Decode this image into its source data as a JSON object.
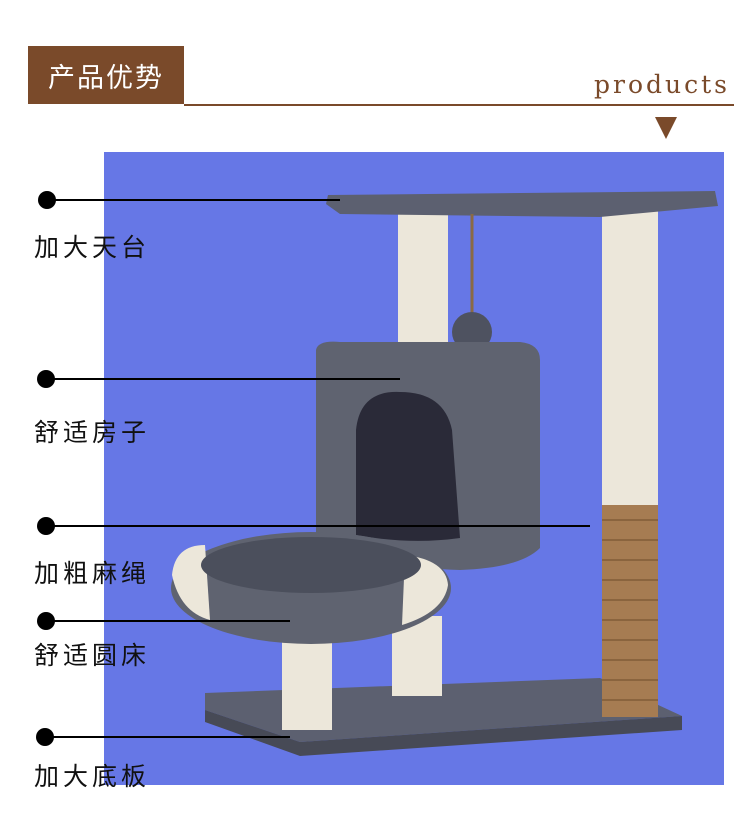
{
  "header": {
    "title": "产品优势",
    "english": "products"
  },
  "callouts": [
    {
      "label": "加大天台"
    },
    {
      "label": "舒适房子"
    },
    {
      "label": "加粗麻绳"
    },
    {
      "label": "舒适圆床"
    },
    {
      "label": "加大底板"
    }
  ],
  "colors": {
    "brand_brown": "#7a4a2a",
    "backdrop_blue": "#6677e6",
    "plush_gray": "#5f6370",
    "post_cream": "#ece7da",
    "sisal": "#a67c52"
  }
}
